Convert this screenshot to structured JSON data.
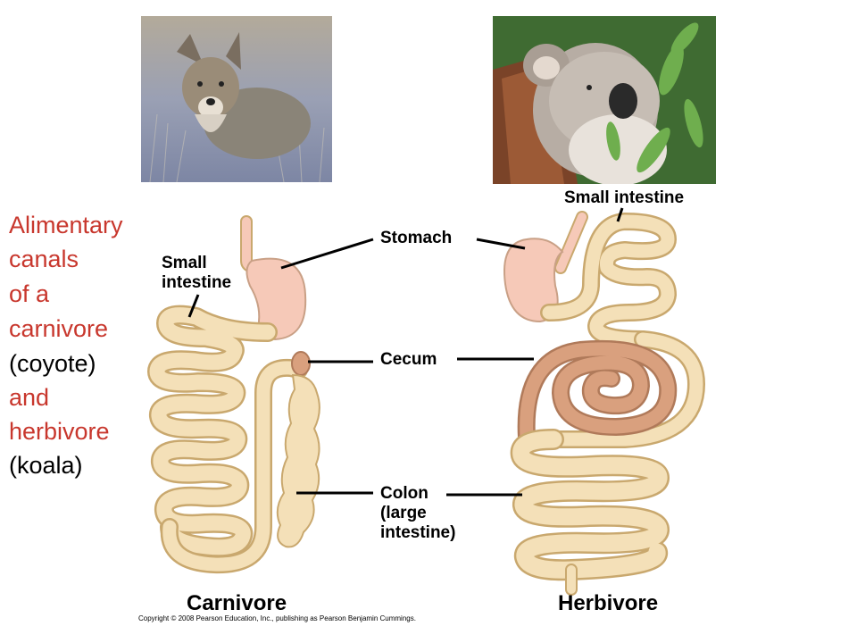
{
  "title": {
    "lines": [
      {
        "text": "Alimentary",
        "color": "#c8372d"
      },
      {
        "text": "canals",
        "color": "#c8372d"
      },
      {
        "text": "of a",
        "color": "#c8372d"
      },
      {
        "text": "carnivore",
        "color": "#c8372d"
      },
      {
        "text": "(coyote)",
        "color": "#000000"
      },
      {
        "text": "and",
        "color": "#c8372d"
      },
      {
        "text": "herbivore",
        "color": "#c8372d"
      },
      {
        "text": "(koala)",
        "color": "#000000"
      }
    ]
  },
  "labels": {
    "carnivore_small_intestine_line1": "Small",
    "carnivore_small_intestine_line2": "intestine",
    "stomach": "Stomach",
    "herbivore_small_intestine": "Small intestine",
    "cecum": "Cecum",
    "colon_line1": "Colon",
    "colon_line2": "(large",
    "colon_line3": "intestine)"
  },
  "captions": {
    "carnivore": "Carnivore",
    "herbivore": "Herbivore"
  },
  "copyright": "Copyright © 2008 Pearson Education, Inc., publishing as Pearson Benjamin Cummings.",
  "photos": {
    "coyote": "coyote-photo",
    "koala": "koala-photo"
  },
  "colors": {
    "title_red": "#c8372d",
    "intestine": "#f4e0b8",
    "intestine_outline": "#c9a86e",
    "stomach": "#f6c9b8",
    "cecum": "#d9a07e"
  }
}
